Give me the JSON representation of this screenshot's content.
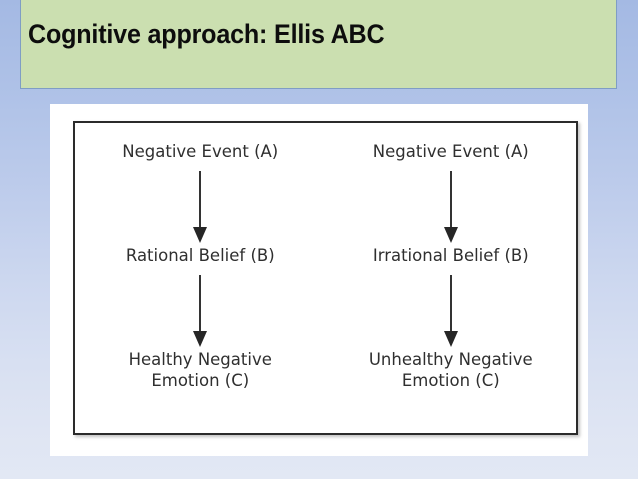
{
  "slide": {
    "background_top_color": "#a4b9e3",
    "background_bottom_color": "#e2e8f4"
  },
  "header": {
    "title": "Cognitive approach: Ellis ABC",
    "banner_color": "#cbdfb0",
    "banner_border_color": "#7f9dc4",
    "title_color": "#0d0d0d"
  },
  "diagram": {
    "type": "flowchart",
    "border_color": "#2b2b2b",
    "text_color": "#2f2f2f",
    "arrow_color": "#333333",
    "columns": [
      {
        "name": "rational-pathway",
        "nodes": [
          {
            "label": "Negative Event (A)",
            "stage": "A"
          },
          {
            "label": "Rational Belief (B)",
            "stage": "B"
          },
          {
            "label": "Healthy Negative\nEmotion (C)",
            "stage": "C"
          }
        ],
        "arrows": [
          {
            "from": "A",
            "to": "B",
            "direction": "down"
          },
          {
            "from": "B",
            "to": "C",
            "direction": "down"
          }
        ]
      },
      {
        "name": "irrational-pathway",
        "nodes": [
          {
            "label": "Negative Event (A)",
            "stage": "A"
          },
          {
            "label": "Irrational Belief (B)",
            "stage": "B"
          },
          {
            "label": "Unhealthy Negative\nEmotion (C)",
            "stage": "C"
          }
        ],
        "arrows": [
          {
            "from": "A",
            "to": "B",
            "direction": "down"
          },
          {
            "from": "B",
            "to": "C",
            "direction": "down"
          }
        ]
      }
    ]
  }
}
